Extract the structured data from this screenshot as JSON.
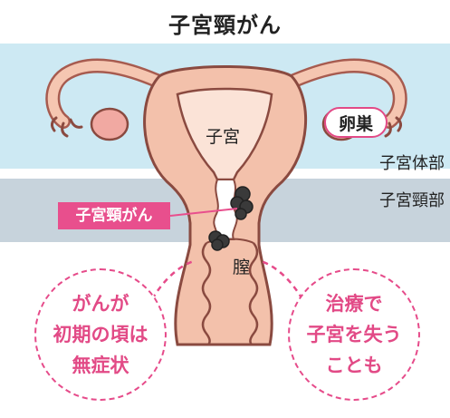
{
  "title": "子宮頸がん",
  "labels": {
    "uterus": "子宮",
    "ovary": "卵巣",
    "vagina": "膣",
    "uterine_body": "子宮体部",
    "cervix": "子宮頸部",
    "cervical_cancer": "子宮頸がん"
  },
  "bubbles": {
    "left": [
      "がんが",
      "初期の頃は",
      "無症状"
    ],
    "right": [
      "治療で",
      "子宮を失う",
      "ことも"
    ]
  },
  "colors": {
    "accent_pink": "#e84f8d",
    "band_blue": "#cde9f3",
    "band_grey": "#c7d3dc",
    "tissue": "#f3c1ab"
  }
}
